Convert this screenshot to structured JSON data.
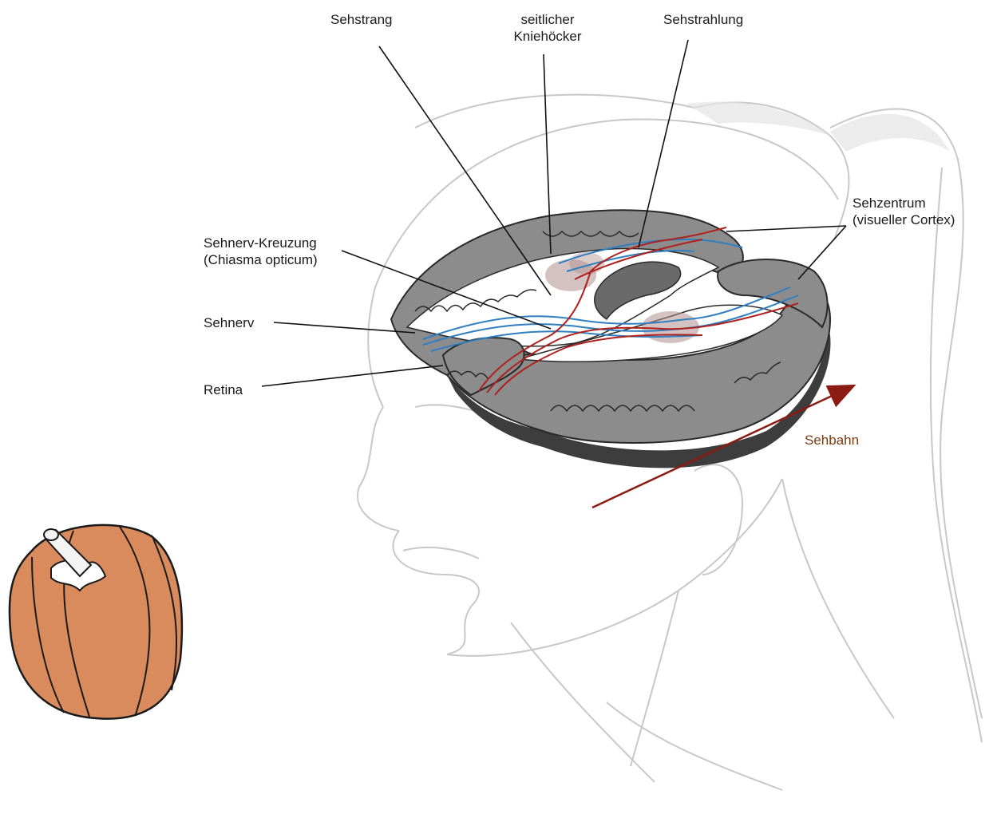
{
  "diagram": {
    "labels": {
      "sehstrang": "Sehstrang",
      "kniehoecker_line1": "seitlicher",
      "kniehoecker_line2": "Kniehöcker",
      "sehstrahlung": "Sehstrahlung",
      "sehzentrum_line1": "Sehzentrum",
      "sehzentrum_line2": "(visueller Cortex)",
      "chiasma_line1": "Sehnerv-Kreuzung",
      "chiasma_line2": "(Chiasma opticum)",
      "sehnerv": "Sehnerv",
      "retina": "Retina",
      "sehbahn": "Sehbahn"
    },
    "colors": {
      "text": "#1a1a1a",
      "leader_line": "#111111",
      "cortex_gray": "#8c8c8c",
      "cortex_dark": "#4a4a4a",
      "fiber_blue": "#2f7fc1",
      "fiber_red": "#b0201c",
      "arrow": "#8b1a12",
      "pepper": "#d98b5e",
      "sketch": "#c8c8c8"
    },
    "icons": [
      "pepper-icon",
      "head-sketch-icon",
      "brain-section-icon"
    ]
  }
}
